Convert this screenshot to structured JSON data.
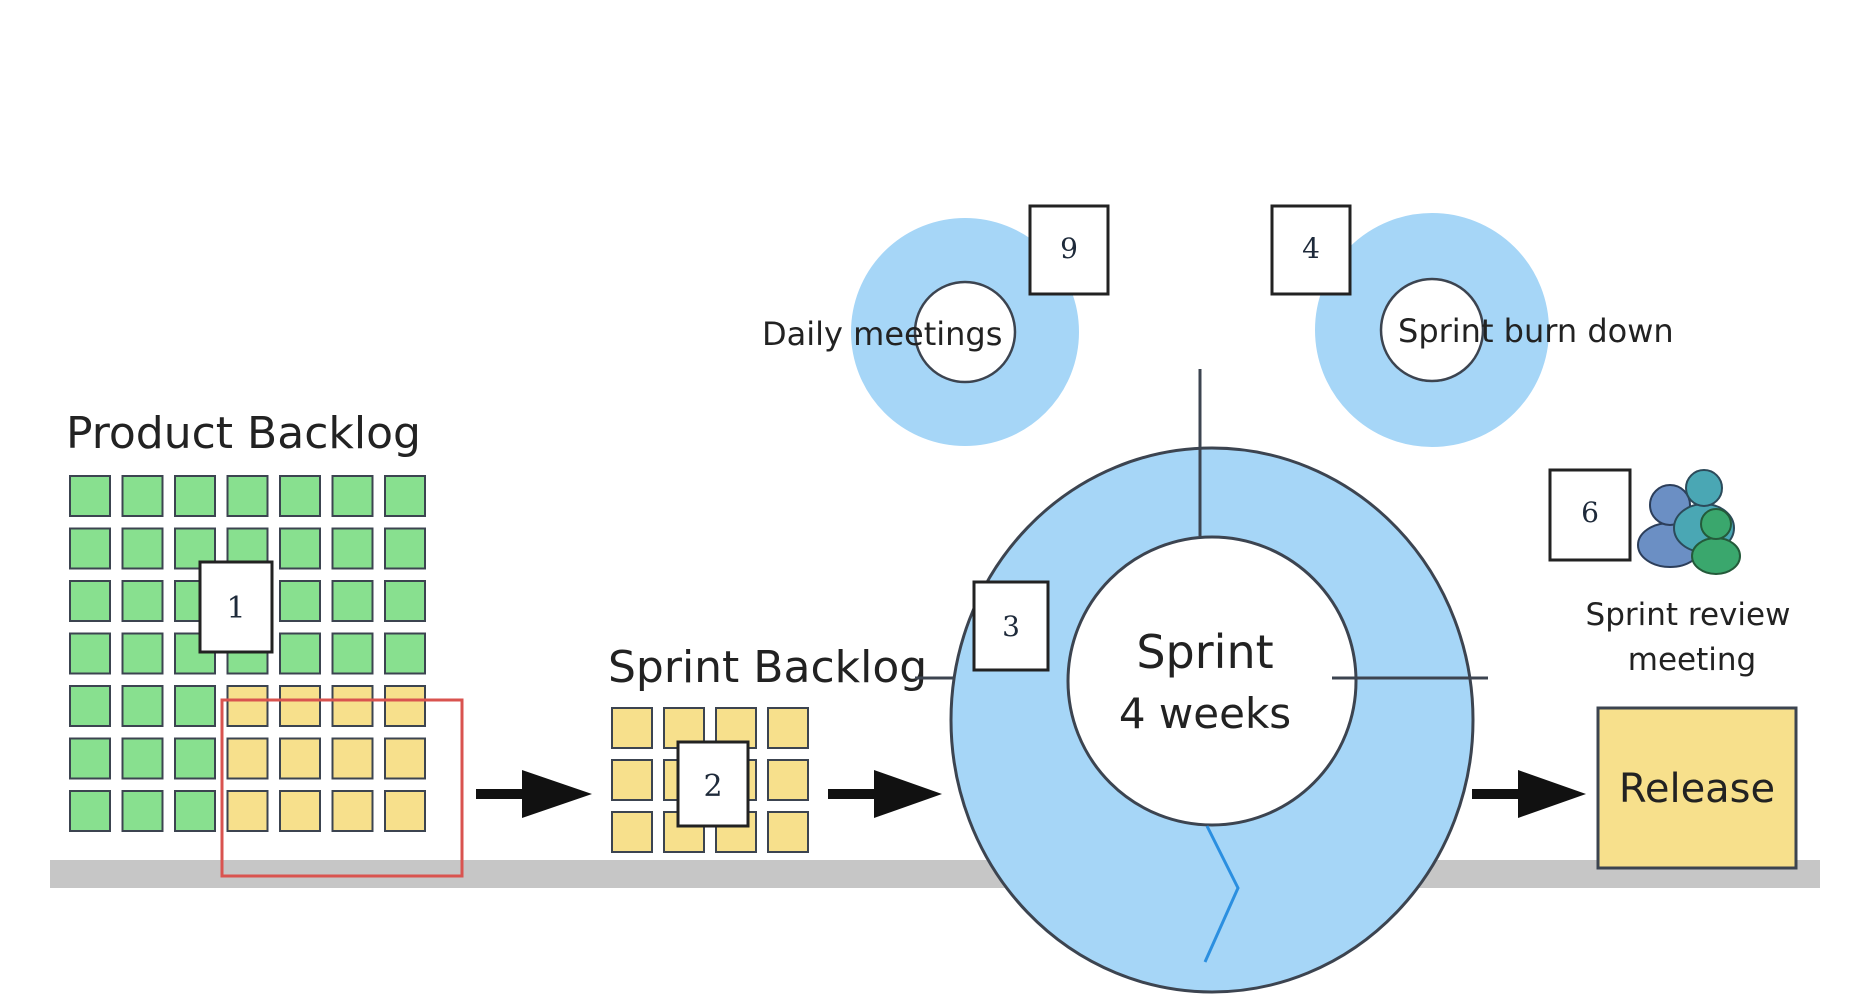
{
  "diagram": {
    "product_backlog": {
      "title": "Product Backlog",
      "badge": "1",
      "grid": {
        "rows": 7,
        "cols": 7,
        "selected_rows": 3,
        "selected_cols": 4
      }
    },
    "sprint_backlog": {
      "title": "Sprint Backlog",
      "badge": "2",
      "grid": {
        "rows": 3,
        "cols": 4
      }
    },
    "sprint": {
      "line1": "Sprint",
      "line2": "4 weeks",
      "badge": "3"
    },
    "daily_meetings": {
      "label": "Daily meetings",
      "badge": "9"
    },
    "sprint_burndown": {
      "label": "Sprint burn down",
      "badge": "4"
    },
    "sprint_review": {
      "line1": "Sprint review",
      "line2": "meeting",
      "badge": "6",
      "icon": "people-group-icon"
    },
    "release": {
      "label": "Release"
    },
    "colors": {
      "backlog_item": "#88e08f",
      "sprint_item": "#f7e08c",
      "selection_outline": "#d9534f",
      "cycle": "#a6d6f7",
      "cycle_outline": "#3c4450",
      "release_box": "#f7e08c",
      "ground": "#c6c6c6"
    }
  }
}
